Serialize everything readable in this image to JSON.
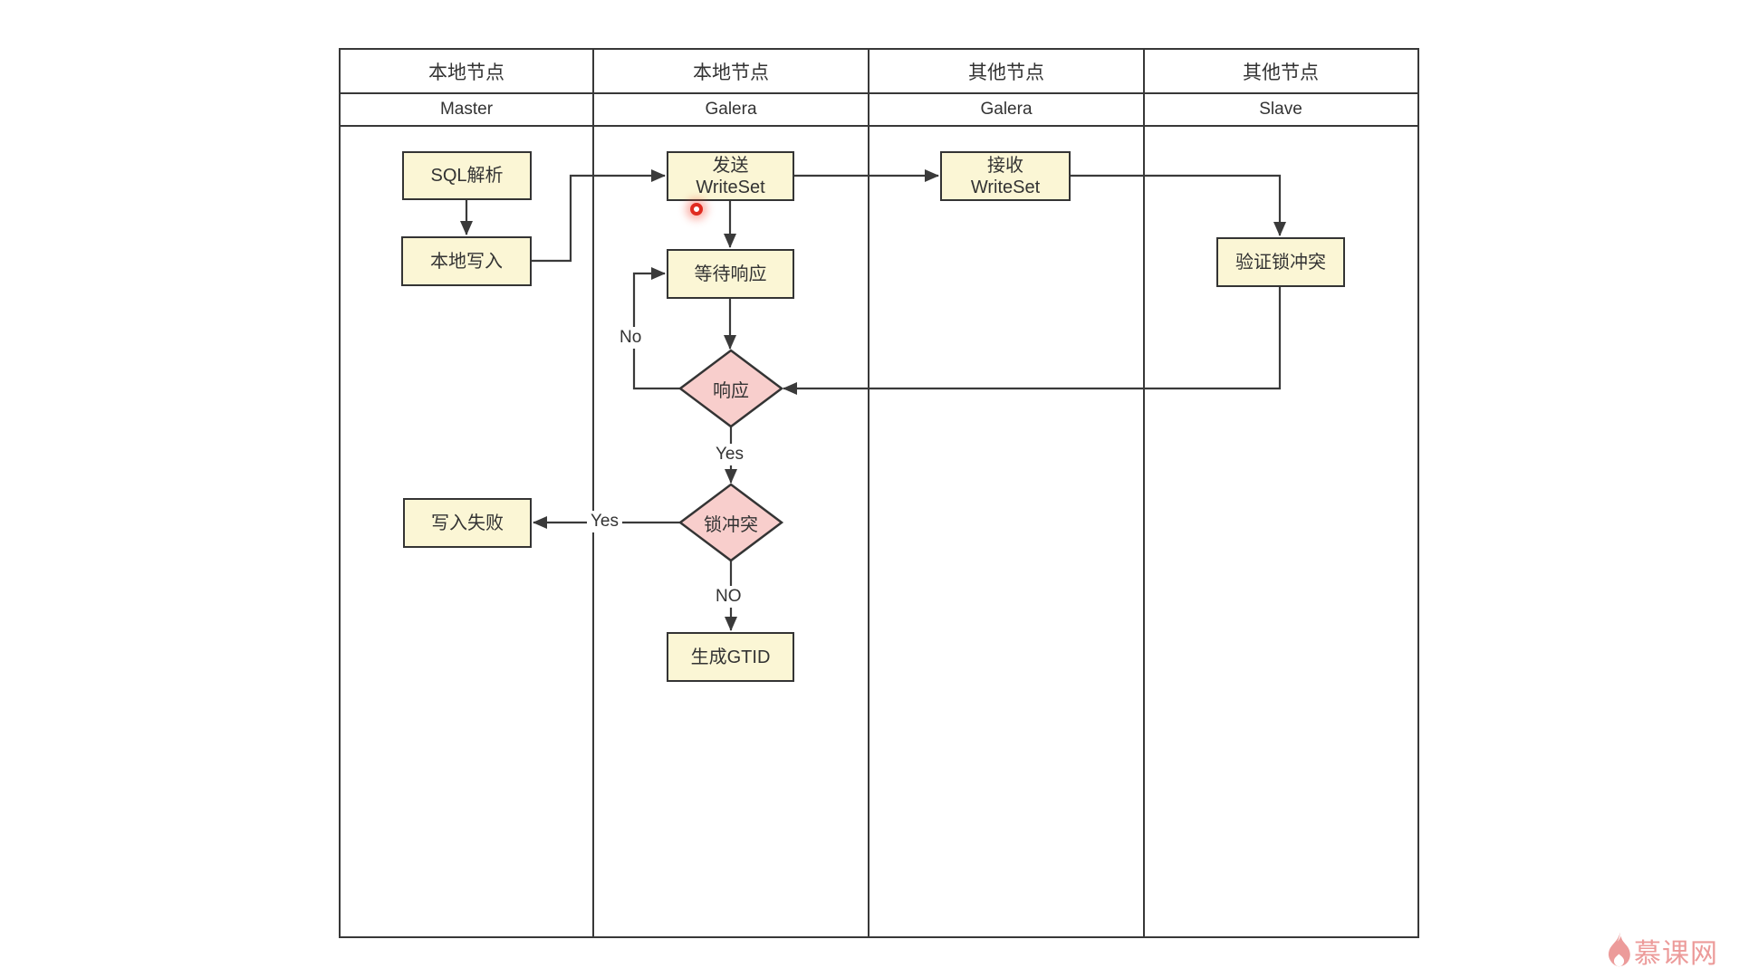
{
  "page": {
    "background": "#ffffff"
  },
  "palette": {
    "box_fill": "#fbf6d5",
    "box_border": "#343434",
    "diamond_fill": "#f8cecc",
    "line": "#3a3a3a",
    "text": "#333333",
    "logo_pink": "#ec9b9a",
    "click_dot_red": "#e02b20"
  },
  "swimlanes": {
    "columns": [
      {
        "group": "本地节点",
        "name": "Master"
      },
      {
        "group": "本地节点",
        "name": "Galera"
      },
      {
        "group": "其他节点",
        "name": "Galera"
      },
      {
        "group": "其他节点",
        "name": "Slave"
      }
    ]
  },
  "nodes": [
    {
      "id": "sql-parse",
      "shape": "box",
      "label": "SQL解析"
    },
    {
      "id": "local-write",
      "shape": "box",
      "label": "本地写入"
    },
    {
      "id": "send-writeset",
      "shape": "box",
      "label": "发送\nWriteSet"
    },
    {
      "id": "wait-response",
      "shape": "box",
      "label": "等待响应"
    },
    {
      "id": "response",
      "shape": "diamond",
      "label": "响应"
    },
    {
      "id": "lock-conflict",
      "shape": "diamond",
      "label": "锁冲突"
    },
    {
      "id": "gen-gtid",
      "shape": "box",
      "label": "生成GTID"
    },
    {
      "id": "write-fail",
      "shape": "box",
      "label": "写入失败"
    },
    {
      "id": "recv-writeset",
      "shape": "box",
      "label": "接收\nWriteSet"
    },
    {
      "id": "verify-lock",
      "shape": "box",
      "label": "验证锁冲突"
    }
  ],
  "edge_labels": {
    "response_no": "No",
    "response_yes": "Yes",
    "conflict_yes": "Yes",
    "conflict_no": "NO"
  },
  "watermark": {
    "brand": "慕课网"
  }
}
